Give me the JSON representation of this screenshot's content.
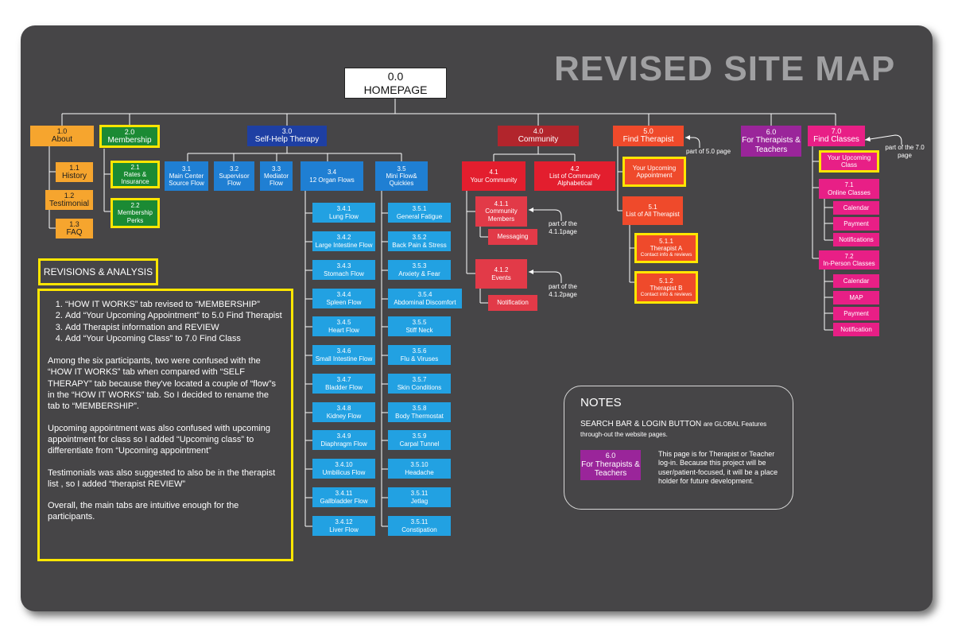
{
  "title": "REVISED SITE MAP",
  "home": {
    "num": "0.0",
    "label": "HOMEPAGE"
  },
  "about": {
    "num": "1.0",
    "label": "About",
    "children": [
      {
        "num": "1.1",
        "label": "History"
      },
      {
        "num": "1.2",
        "label": "Testimonial"
      },
      {
        "num": "1.3",
        "label": "FAQ"
      }
    ]
  },
  "membership": {
    "num": "2.0",
    "label": "Membership",
    "children": [
      {
        "num": "2.1",
        "label": "Rates & Insurance"
      },
      {
        "num": "2.2",
        "label": "Membership Perks"
      }
    ]
  },
  "selfhelp": {
    "num": "3.0",
    "label": "Self-Help Therapy",
    "children": [
      {
        "num": "3.1",
        "label": "Main Center Source Flow"
      },
      {
        "num": "3.2",
        "label": "Supervisor Flow"
      },
      {
        "num": "3.3",
        "label": "Mediator Flow"
      },
      {
        "num": "3.4",
        "label": "12 Organ Flows"
      },
      {
        "num": "3.5",
        "label": "Mini Flow& Quickies"
      }
    ]
  },
  "organ_flows": [
    {
      "num": "3.4.1",
      "label": "Lung Flow"
    },
    {
      "num": "3.4.2",
      "label": "Large Intestine Flow"
    },
    {
      "num": "3.4.3",
      "label": "Stomach Flow"
    },
    {
      "num": "3.4.4",
      "label": "Spleen Flow"
    },
    {
      "num": "3.4.5",
      "label": "Heart Flow"
    },
    {
      "num": "3.4.6",
      "label": "Small Intestine Flow"
    },
    {
      "num": "3.4.7",
      "label": "Bladder Flow"
    },
    {
      "num": "3.4.8",
      "label": "Kidney Flow"
    },
    {
      "num": "3.4.9",
      "label": "Diaphragm Flow"
    },
    {
      "num": "3.4.10",
      "label": "Umbilicus Flow"
    },
    {
      "num": "3.4.11",
      "label": "Gallbladder Flow"
    },
    {
      "num": "3.4.12",
      "label": "Liver Flow"
    }
  ],
  "mini_flows": [
    {
      "num": "3.5.1",
      "label": "General Fatigue"
    },
    {
      "num": "3.5.2",
      "label": "Back Pain & Stress"
    },
    {
      "num": "3.5.3",
      "label": "Anxiety & Fear"
    },
    {
      "num": "3.5.4",
      "label": "Abdominal Discomfort"
    },
    {
      "num": "3.5.5",
      "label": "Stiff Neck"
    },
    {
      "num": "3.5.6",
      "label": "Flu & Viruses"
    },
    {
      "num": "3.5.7",
      "label": "Skin Conditions"
    },
    {
      "num": "3.5.8",
      "label": "Body Thermostat"
    },
    {
      "num": "3.5.9",
      "label": "Carpal Tunnel"
    },
    {
      "num": "3.5.10",
      "label": "Headache"
    },
    {
      "num": "3.5.11",
      "label": "Jetlag"
    },
    {
      "num": "3.5.11",
      "label": "Constipation"
    }
  ],
  "community": {
    "num": "4.0",
    "label": "Community",
    "your": {
      "num": "4.1",
      "label": "Your Community"
    },
    "list": {
      "num": "4.2",
      "label": "List of Community Alphabetical"
    },
    "members": {
      "num": "4.1.1",
      "label": "Community Members"
    },
    "messaging": {
      "label": "Messaging"
    },
    "events": {
      "num": "4.1.2",
      "label": "Events"
    },
    "notification": {
      "label": "Notification"
    },
    "note1": "part of the 4.1.1page",
    "note2": "part of the 4.1.2page"
  },
  "find_therapist": {
    "num": "5.0",
    "label": "Find Therapist",
    "appointment": {
      "label": "Your Upcoming Appointment"
    },
    "list": {
      "num": "5.1",
      "label": "List of All Therapist"
    },
    "a": {
      "num": "5.1.1",
      "label": "Therapist A",
      "sub": "Contact info & reviews"
    },
    "b": {
      "num": "5.1.2",
      "label": "Therapist B",
      "sub": "Contact info & reviews"
    },
    "note": "part of 5.0 page"
  },
  "therapists_teachers": {
    "num": "6.0",
    "label": "For Therapists & Teachers"
  },
  "find_classes": {
    "num": "7.0",
    "label": "Find Classes",
    "upcoming": {
      "label": "Your Upcoming Class"
    },
    "online": {
      "num": "7.1",
      "label": "Online Classes"
    },
    "online_children": [
      "Calendar",
      "Payment",
      "Notifications"
    ],
    "inperson": {
      "num": "7.2",
      "label": "In-Person Classes"
    },
    "inperson_children": [
      "Calendar",
      "MAP",
      "Payment",
      "Notification"
    ],
    "note": "part of the 7.0 page"
  },
  "revisions": {
    "title": "REVISIONS & ANALYSIS",
    "items": [
      "“HOW IT WORKS” tab revised to “MEMBERSHIP”",
      "Add “Your Upcoming Appointment” to 5.0 Find Therapist",
      "Add Therapist information and REVIEW",
      "Add “Your Upcoming Class” to 7.0 Find Class"
    ],
    "paragraphs": [
      "Among the six participants, two were confused with the “HOW IT WORKS” tab when compared with “SELF THERAPY” tab because they've located a couple of “flow”s in the “HOW IT WORKS” tab. So I decided to rename the tab to “MEMBERSHIP”.",
      "Upcoming appointment was also confused with upcoming appointment for class so I added “Upcoming class” to differentiate from “Upcoming appointment”",
      "Testimonials was also suggested to also be in the therapist list , so I added “therapist REVIEW”",
      "Overall, the main tabs are intuitive enough for the participants."
    ]
  },
  "notes": {
    "title": "NOTES",
    "global_bold": "SEARCH BAR & LOGIN BUTTON",
    "global_rest": "are GLOBAL Features through-out  the website pages.",
    "badge_num": "6.0",
    "badge_label": "For Therapists & Teachers",
    "text": "This page is for Therapist or Teacher log-in. Because this project will be user/patient-focused, it will be a place holder for future development."
  },
  "colors": {
    "board": "#464547",
    "highlight": "#ffe600",
    "about": "#f6a52e",
    "membership": "#1b8a34",
    "selfhelp": "#1e3fa3",
    "organ": "#22a1e2",
    "community": "#e31e2e",
    "therapist": "#ef4a2b",
    "teachers": "#9a259a",
    "classes": "#e81f86"
  }
}
